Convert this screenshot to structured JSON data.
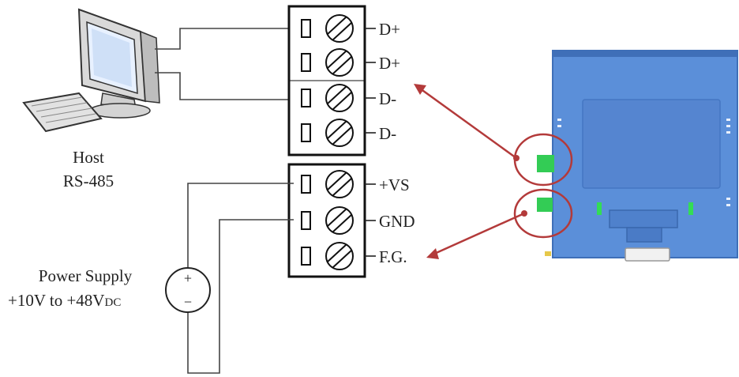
{
  "host": {
    "line1": "Host",
    "line2": "RS-485"
  },
  "power_supply": {
    "line1": "Power Supply",
    "line2_main": "+10V to +48V",
    "line2_sub": "DC",
    "plus": "+",
    "minus": "−"
  },
  "terminals_top": [
    "D+",
    "D+",
    "D-",
    "D-"
  ],
  "terminals_bottom": [
    "+VS",
    "GND",
    "F.G."
  ],
  "colors": {
    "wire": "#444444",
    "arrow": "#b33a3a",
    "device_body": "#5b8fd9",
    "device_dark": "#3f6fb8",
    "connector_green": "#33cc55"
  }
}
